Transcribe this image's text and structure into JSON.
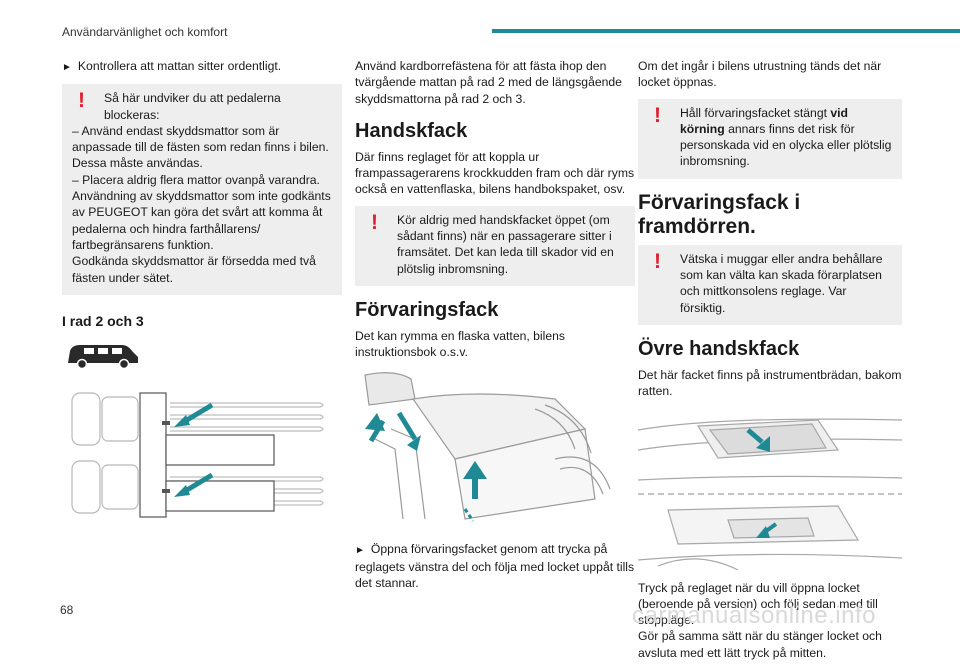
{
  "header": {
    "title": "Användarvänlighet och komfort",
    "accent": "#1f8a94"
  },
  "page_number": "68",
  "watermark": "carmanualsonline.info",
  "col1": {
    "bullet1": "Kontrollera att mattan sitter ordentligt.",
    "warning": {
      "l1": "Så här undviker du att pedalerna blockeras:",
      "l2": "– Använd endast skyddsmattor som är anpassade till de fästen som redan finns i bilen. Dessa måste användas.",
      "l3": "– Placera aldrig flera mattor ovanpå varandra.",
      "l4": "Användning av skyddsmattor som inte godkänts av PEUGEOT kan göra det svårt att komma åt pedalerna och hindra farthållarens/ fartbegränsarens funktion.",
      "l5": "Godkända skyddsmattor är försedda med två fästen under sätet."
    },
    "subheading": "I rad 2 och 3"
  },
  "col2": {
    "intro": "Använd kardborrefästena för att fästa ihop den tvärgående mattan på rad 2 med de längsgående skyddsmattorna på rad 2 och 3.",
    "h_glovebox": "Handskfack",
    "glovebox_text": "Där finns reglaget för att koppla ur frampassagerarens krockkudden fram och där ryms också en vattenflaska, bilens handbokspaket, osv.",
    "warning": {
      "l1": "Kör aldrig med handskfacket öppet (om sådant finns) när en passagerare sitter i framsätet. Det kan leda till skador vid en plötslig inbromsning."
    },
    "h_storage": "Förvaringsfack",
    "storage_text": "Det kan rymma en flaska vatten, bilens instruktionsbok o.s.v.",
    "bullet": "Öppna förvaringsfacket genom att trycka på reglagets vänstra del och följa med locket uppåt tills det stannar."
  },
  "col3": {
    "intro": "Om det ingår i bilens utrustning tänds det när locket öppnas.",
    "warning1": {
      "pre": "Håll förvaringsfacket stängt ",
      "bold": "vid körning",
      "post": " annars finns det risk för personskada vid en olycka eller plötslig inbromsning."
    },
    "h_doors": "Förvaringsfack i framdörren.",
    "warning2": {
      "l1": "Vätska i muggar eller andra behållare som kan välta kan skada förarplatsen och mittkonsolens reglage. Var försiktig."
    },
    "h_upper": "Övre handskfack",
    "upper_text": "Det här facket finns på instrumentbrädan, bakom ratten.",
    "open_text": "Tryck på reglaget när du vill öppna locket (beroende på version) och följ sedan med till stoppläge.",
    "close_text": "Gör på samma sätt när du stänger locket och avsluta med ett lätt tryck på mitten."
  }
}
